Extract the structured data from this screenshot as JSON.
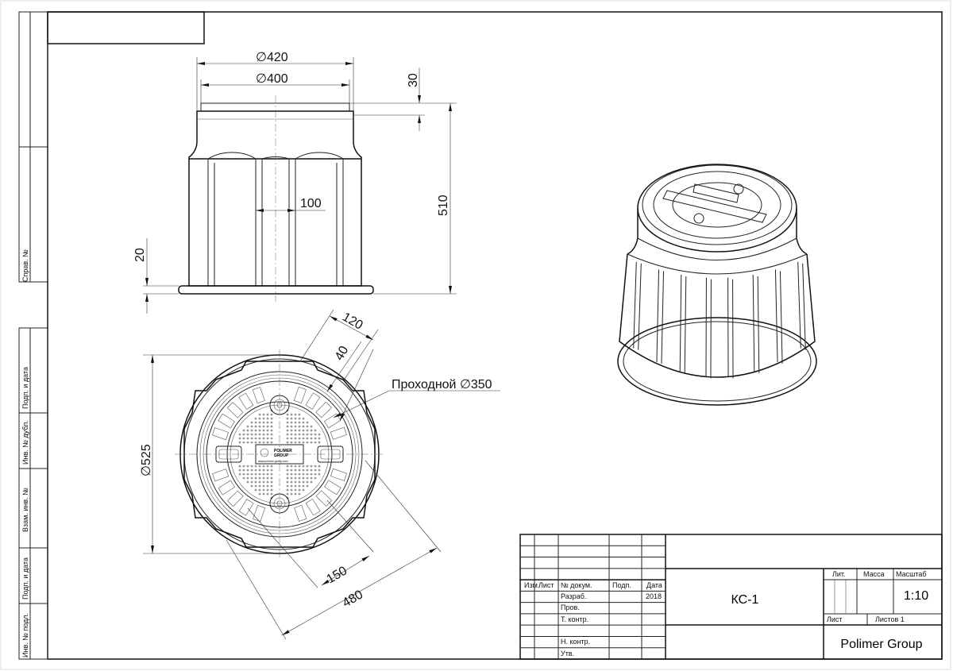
{
  "drawing": {
    "dimensions": {
      "d420": "∅420",
      "d400": "∅400",
      "h30": "30",
      "h510": "510",
      "w100": "100",
      "h20": "20",
      "w120": "120",
      "w40": "40",
      "passage": "Проходной ∅350",
      "d525": "∅525",
      "w150": "150",
      "w480": "480"
    },
    "cover_logo": {
      "line1": "POLIMER",
      "line2": "GROUP",
      "url": "www.polimer-group.com"
    }
  },
  "side_stamps": [
    "Справ. №",
    "Подп. и дата",
    "Инв. № дубл.",
    "Взам. инв. №",
    "Подп. и дата",
    "Инв. № подл."
  ],
  "title_block": {
    "headers": {
      "izm": "Изм.",
      "list": "Лист",
      "doc": "№ докум.",
      "sign": "Подп.",
      "date": "Дата"
    },
    "rows": {
      "razrab": "Разраб.",
      "prov": "Пров.",
      "tkontr": "Т. контр.",
      "nkontr": "Н. контр.",
      "utv": "Утв."
    },
    "year": "2018",
    "designation": "КС-1",
    "lit": "Лит.",
    "mass": "Масса",
    "scale_label": "Масштаб",
    "scale": "1:10",
    "sheet": "Лист",
    "sheets": "Листов 1",
    "company": "Polimer Group"
  }
}
